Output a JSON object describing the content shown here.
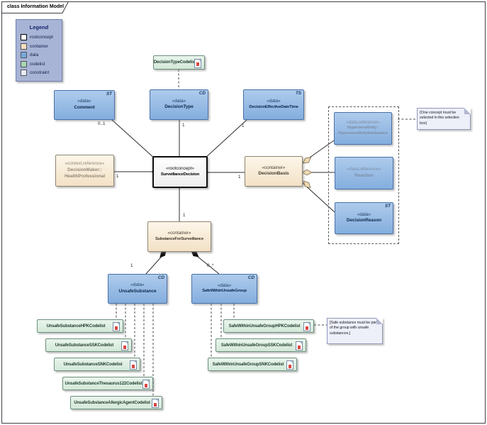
{
  "frame": {
    "title": "class Information Model"
  },
  "legend": {
    "title": "Legend",
    "items": [
      {
        "label": "rootconcept",
        "color": "#ffffff"
      },
      {
        "label": "container",
        "color": "#f5e0c3"
      },
      {
        "label": "data",
        "color": "#74aade"
      },
      {
        "label": "codelist",
        "color": "#a8d5b5"
      },
      {
        "label": "constraint",
        "color": "#e9eaf6"
      }
    ]
  },
  "nodes": {
    "comment": {
      "stereotype": "«data»",
      "name": "Comment",
      "tag": "ST"
    },
    "decision_type": {
      "stereotype": "«data»",
      "name": "DecisionType",
      "tag": "CD"
    },
    "decision_effective_datetime": {
      "stereotype": "«data»",
      "name": "DecisionEffectiveDateTime",
      "tag": "TS"
    },
    "surveillance_decision": {
      "stereotype": "«rootconcept»",
      "name": "SurveillanceDecision"
    },
    "decision_maker": {
      "stereotype": "«context,reference»",
      "name": "DecisionMaker::",
      "name2": "HealthProfessional"
    },
    "decision_basis": {
      "stereotype": "«container»",
      "name": "DecisionBasis"
    },
    "hypersensitivity": {
      "stereotype": "«data,reference»",
      "name": "Hypersensitivity::",
      "name2": "HypersensitivityIntolerance"
    },
    "reaction": {
      "stereotype": "«data,reference»",
      "name": "Reaction"
    },
    "decision_reason": {
      "stereotype": "«data»",
      "name": "DecisionReason",
      "tag": "ST"
    },
    "substance_for_surveillance": {
      "stereotype": "«container»",
      "name": "SubstanceForSurveillance"
    },
    "unsafe_substance": {
      "stereotype": "«data»",
      "name": "UnsafeSubstance",
      "tag": "CD"
    },
    "safe_within_unsafe_group": {
      "stereotype": "«data»",
      "name": "SafeWithinUnsafeGroup",
      "tag": "CD"
    }
  },
  "codelists": {
    "top": "DecisionTypeCodelist",
    "unsafe": [
      "UnsafeSubstanceHPKCodelist",
      "UnsafeSubstanceSSKCodelist",
      "UnsafeSubstanceSNKCodelist",
      "UnsafeSubstanceThesaurus122Codelist",
      "UnsafeSubstanceAllergicAgentCodelist"
    ],
    "safe": [
      "SafeWithinUnsafeGroupHPKCodelist",
      "SafeWithinUnsafeGroupSSKCodelist",
      "SafeWithinUnsafeGroupSNKCodelist"
    ]
  },
  "notes": {
    "selection": "{One concept must be selected in this selection box}",
    "safe_substance": "[Safe substance must be part of the group with unsafe substances.]"
  },
  "multiplicities": {
    "comment": "0..1",
    "decision_type": "1",
    "decision_effective_datetime": "1",
    "decision_maker": "1",
    "decision_basis": "1",
    "substance_for_surveillance": "1",
    "unsafe_substance": "1",
    "safe_within_unsafe_group": "0..*"
  },
  "colors": {
    "data_fill": "#84aede",
    "container_fill": "#f3e1c6",
    "codelist_fill": "#d8ecdc",
    "constraint_fill": "#edeff9",
    "legend_bg": "#a8b4d6",
    "composition_diamond": "#111111",
    "aggregation_diamond": "#eed9b2"
  }
}
